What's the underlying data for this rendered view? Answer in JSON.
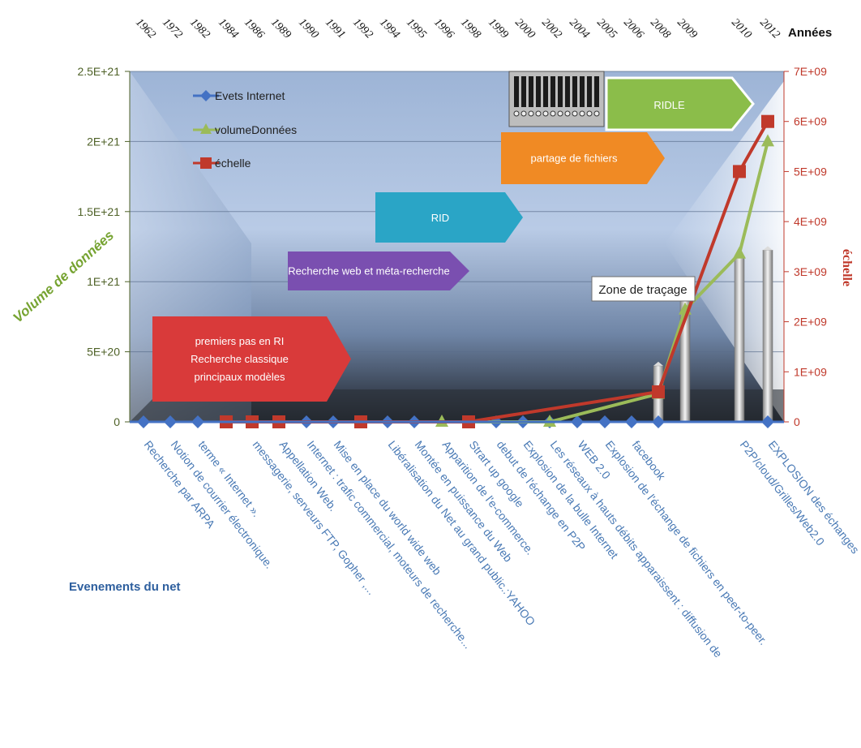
{
  "chart_data": {
    "type": "line",
    "x_title": "Années",
    "x2_title": "Evenements du net",
    "ylabel": "Volume de données",
    "y2label": "échelle",
    "ylim": [
      0,
      2.5e+21
    ],
    "y_ticks": [
      "0",
      "5E+20",
      "1E+21",
      "1.5E+21",
      "2E+21",
      "2.5E+21"
    ],
    "y2lim": [
      0,
      7000000000.0
    ],
    "y2_ticks": [
      "0",
      "1E+09",
      "2E+09",
      "3E+09",
      "4E+09",
      "5E+09",
      "6E+09",
      "7E+09"
    ],
    "years": [
      "1962",
      "1972",
      "1982",
      "1984",
      "1986",
      "1989",
      "1990",
      "1991",
      "1992",
      "1994",
      "1995",
      "1996",
      "1998",
      "1999",
      "2000",
      "2002",
      "2004",
      "2005",
      "2006",
      "2008",
      "2009",
      "2010",
      "2012"
    ],
    "events": [
      "Recherche par ARPA",
      "Notion de courrier électronique.",
      "terme « Internet ».",
      "messagerie, serveurs FTP, Gopher ,...",
      "Appellation Web.",
      "Internet : trafic commercial, moteurs de recherche...",
      "Mise en place du world wide web",
      "Libéralisation du Net au grand public.:YAHOO",
      "Montée en puissance du Web",
      "Apparition de l'e-commerce.",
      "Strart up google",
      "debut de l'échange en P2P",
      "Explosion de la bulle Internet",
      "Les réseaux à hauts débits apparaissent : diffusion de",
      "WEB 2.0",
      "Explosion de  l'échange de fichiers en peer-to-peer.",
      "facebook",
      "P2P/cloud/Grilles/Web2.0",
      "EXPLOSION des échanges"
    ],
    "series": [
      {
        "name": "Evets Internet",
        "axis": "left",
        "color": "#4472c4",
        "marker": "diamond",
        "x": [
          1962,
          1972,
          1982,
          1986,
          1990,
          1991,
          1994,
          1995,
          1999,
          2000,
          2002,
          2004,
          2005,
          2006,
          2008,
          2012
        ],
        "values": [
          0,
          0,
          0,
          0,
          0,
          0,
          0,
          0,
          0,
          0,
          0,
          0,
          0,
          0,
          0,
          0
        ]
      },
      {
        "name": "volumeDonnées",
        "axis": "left",
        "color": "#9bbb59",
        "marker": "triangle",
        "x": [
          1996,
          2002,
          2008,
          2009,
          2010,
          2012
        ],
        "values": [
          0,
          0,
          2e+20,
          8e+20,
          1.2e+21,
          2e+21
        ]
      },
      {
        "name": "échelle",
        "axis": "right",
        "color": "#c0392b",
        "marker": "square",
        "x": [
          1984,
          1986,
          1989,
          1992,
          1998,
          2008,
          2010,
          2012
        ],
        "values": [
          0,
          0,
          0,
          0,
          0,
          600000000,
          5000000000,
          6000000000
        ]
      }
    ],
    "phases": [
      {
        "lines": [
          "premiers pas en RI",
          "Recherche classique",
          "principaux modèles"
        ],
        "color": "#d93a3a"
      },
      {
        "lines": [
          "Recherche web et méta-recherche"
        ],
        "color": "#7a4fb0"
      },
      {
        "lines": [
          "RID"
        ],
        "color": "#2aa5c6"
      },
      {
        "lines": [
          "partage de fichiers"
        ],
        "color": "#f08a24"
      },
      {
        "lines": [
          "RIDLE"
        ],
        "color": "#8bbd4a"
      }
    ],
    "callout": "Zone de traçage"
  }
}
